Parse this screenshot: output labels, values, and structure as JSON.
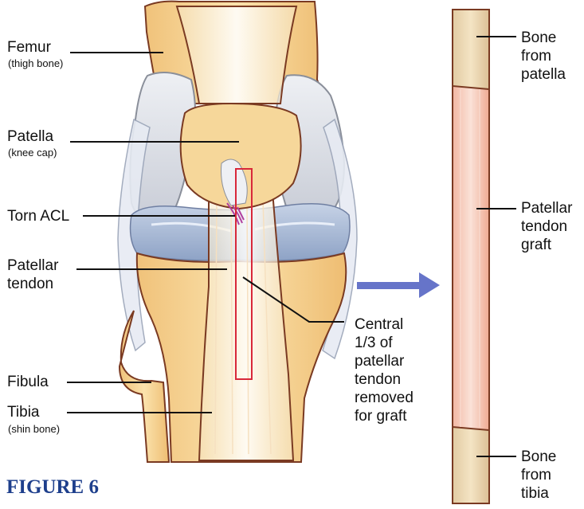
{
  "labels": {
    "femur": "Femur",
    "femur_sub": "(thigh bone)",
    "patella": "Patella",
    "patella_sub": "(knee cap)",
    "torn_acl": "Torn ACL",
    "patellar_tendon": [
      "Patellar",
      "tendon"
    ],
    "fibula": "Fibula",
    "tibia": "Tibia",
    "tibia_sub": "(shin bone)",
    "central_third": [
      "Central",
      "1/3 of",
      "patellar",
      "tendon",
      "removed",
      "for graft"
    ],
    "bone_from_patella": [
      "Bone",
      "from",
      "patella"
    ],
    "patellar_tendon_graft": [
      "Patellar",
      "tendon",
      "graft"
    ],
    "bone_from_tibia": [
      "Bone",
      "from",
      "tibia"
    ]
  },
  "figure_caption": "FIGURE 6",
  "colors": {
    "bone": "#f4cf86",
    "bone_light": "#fbe4b0",
    "bone_outline": "#7a3a22",
    "cartilage": "#d9dde6",
    "meniscus": "#a9bad6",
    "tendon_white": "#ffffff",
    "graft_bone": "#efdcb8",
    "graft_tendon": "#f3b8a0",
    "arrow": "#6674c9",
    "highlight": "#d8283a",
    "caption": "#1e3f8c"
  }
}
